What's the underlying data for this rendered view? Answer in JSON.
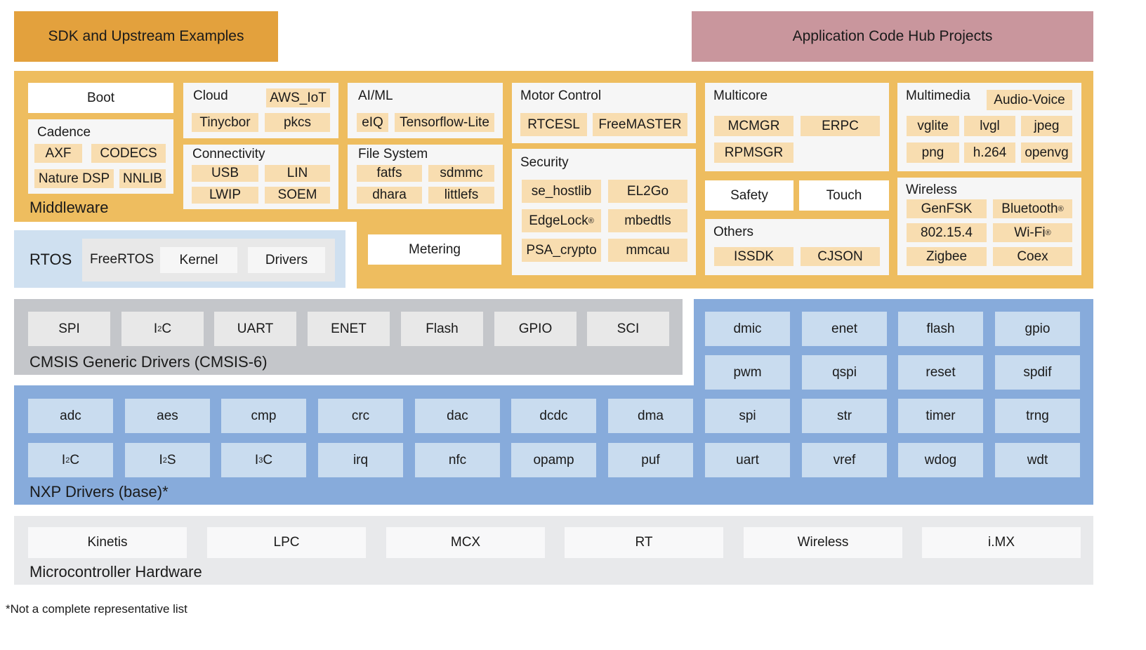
{
  "header": {
    "sdk": "SDK and Upstream Examples",
    "ach": "Application Code Hub Projects"
  },
  "middleware": {
    "label": "Middleware",
    "boot": "Boot",
    "cadence": {
      "title": "Cadence",
      "items": [
        "AXF",
        "CODECS",
        "Nature DSP",
        "NNLIB"
      ]
    },
    "cloud": {
      "title": "Cloud",
      "items": [
        "AWS_IoT",
        "Tinycbor",
        "pkcs"
      ]
    },
    "connectivity": {
      "title": "Connectivity",
      "items": [
        "USB",
        "LIN",
        "LWIP",
        "SOEM"
      ]
    },
    "aiml": {
      "title": "AI/ML",
      "items": [
        "eIQ",
        "Tensorflow-Lite"
      ]
    },
    "filesystem": {
      "title": "File System",
      "items": [
        "fatfs",
        "sdmmc",
        "dhara",
        "littlefs"
      ]
    },
    "metering": "Metering",
    "motor": {
      "title": "Motor Control",
      "items": [
        "RTCESL",
        "FreeMASTER"
      ]
    },
    "security": {
      "title": "Security",
      "items": [
        "se_hostlib",
        "EL2Go",
        "EdgeLock",
        "mbedtls",
        "PSA_crypto",
        "mmcau"
      ],
      "reg": "®"
    },
    "multicore": {
      "title": "Multicore",
      "items": [
        "MCMGR",
        "ERPC",
        "RPMSGR"
      ]
    },
    "safety": "Safety",
    "touch": "Touch",
    "others": {
      "title": "Others",
      "items": [
        "ISSDK",
        "CJSON"
      ]
    },
    "multimedia": {
      "title": "Multimedia",
      "items": [
        "Audio-Voice",
        "vglite",
        "lvgl",
        "jpeg",
        "png",
        "h.264",
        "openvg"
      ]
    },
    "wireless": {
      "title": "Wireless",
      "items": [
        "GenFSK",
        "Bluetooth",
        "802.15.4",
        "Wi-Fi",
        "Zigbee",
        "Coex"
      ],
      "reg": "®"
    }
  },
  "rtos": {
    "label": "RTOS",
    "freertos": "FreeRTOS",
    "items": [
      "Kernel",
      "Drivers"
    ]
  },
  "cmsis": {
    "label": "CMSIS Generic Drivers (CMSIS-6)",
    "items": [
      "SPI",
      "I",
      "UART",
      "ENET",
      "Flash",
      "GPIO",
      "SCI"
    ],
    "sup": "2",
    "after": "C"
  },
  "nxp": {
    "label": "NXP Drivers (base)*",
    "right_rows": [
      [
        "dmic",
        "enet",
        "flash",
        "gpio"
      ],
      [
        "pwm",
        "qspi",
        "reset",
        "spdif"
      ]
    ],
    "row1": [
      "adc",
      "aes",
      "cmp",
      "crc",
      "dac",
      "dcdc",
      "dma",
      "spi",
      "str",
      "timer",
      "trng"
    ],
    "row2": [
      "I",
      "I",
      "I",
      "irq",
      "nfc",
      "opamp",
      "puf",
      "uart",
      "vref",
      "wdog",
      "wdt"
    ],
    "row2_sups": [
      "2",
      "2",
      "3"
    ],
    "row2_after": [
      "C",
      "S",
      "C"
    ]
  },
  "hardware": {
    "label": "Microcontroller Hardware",
    "items": [
      "Kinetis",
      "LPC",
      "MCX",
      "RT",
      "Wireless",
      "i.MX"
    ]
  },
  "footnote": "*Not a complete representative list",
  "colors": {
    "sdk": "#e3a13d",
    "ach": "#c9969d",
    "middleware": "#eebd5f",
    "tan": "#f8ddb0",
    "rtos": "#cfe0f0",
    "cmsis": "#c4c6ca",
    "nxp": "#87abdb",
    "nxp_cell": "#c9dcef",
    "hardware": "#e8e9eb"
  }
}
